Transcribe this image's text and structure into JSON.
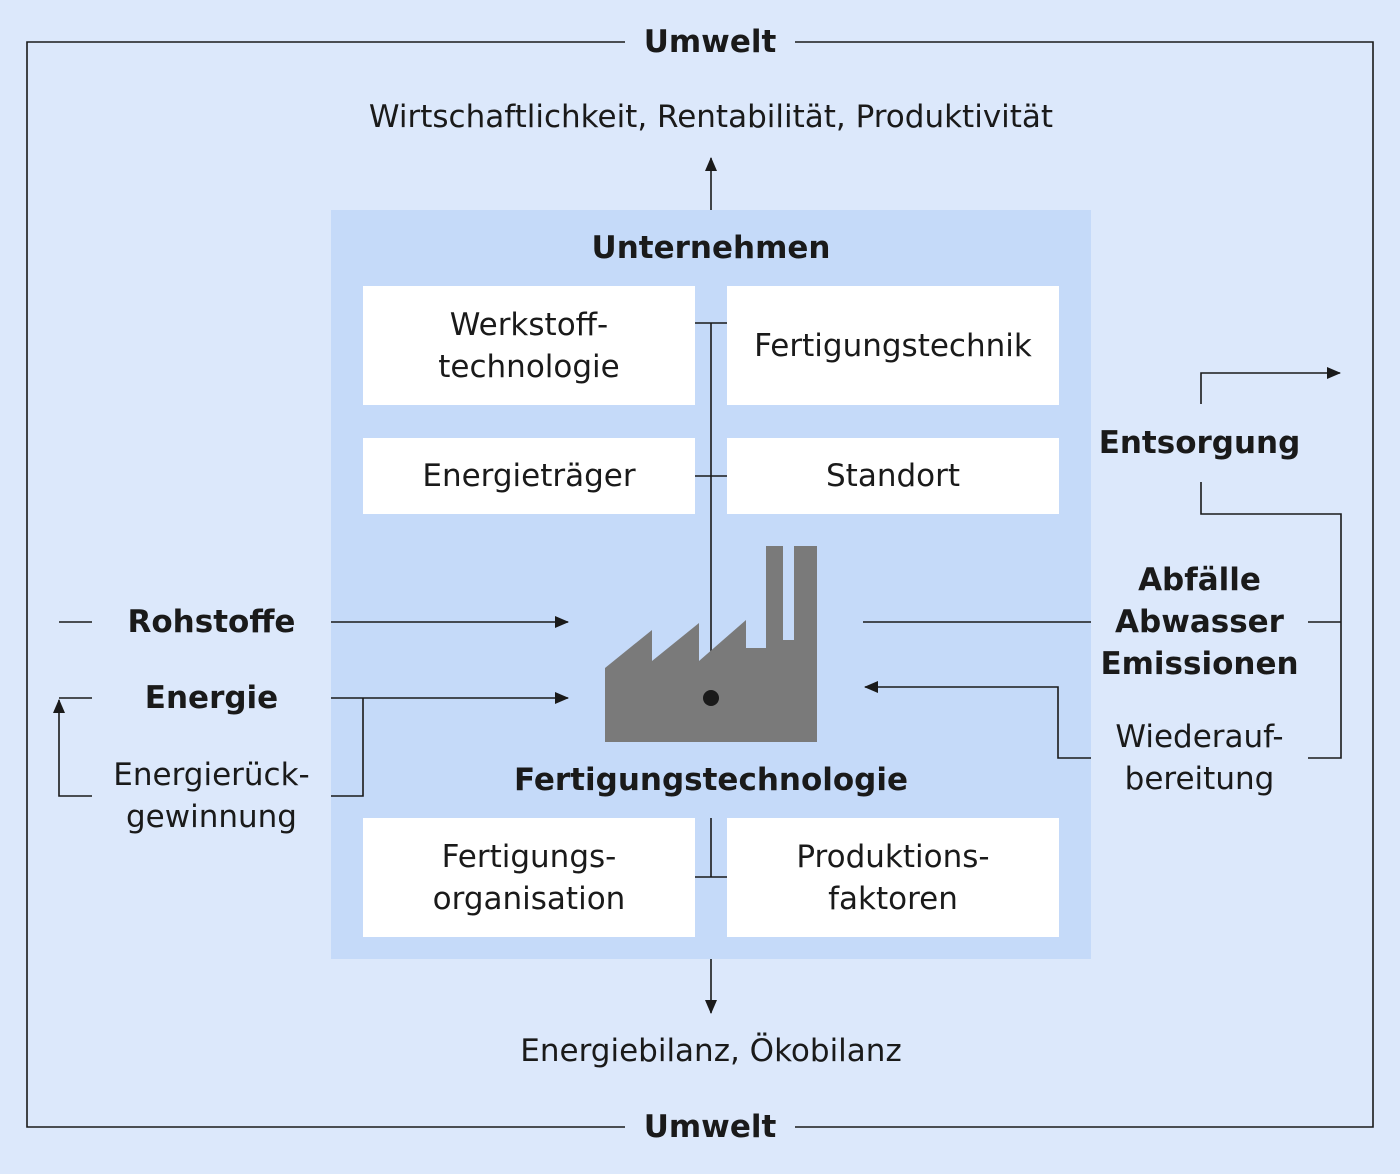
{
  "umwelt_top": "Umwelt",
  "umwelt_bottom": "Umwelt",
  "goal_top": "Wirtschaftlichkeit, Rentabilität, Produktivität",
  "goal_bottom": "Energiebilanz, Ökobilanz",
  "company_title": "Unternehmen",
  "production_title": "Fertigungstechnologie",
  "boxes": {
    "werkstoff": "Werkstoff-\ntechnologie",
    "fertigungstechnik": "Fertigungstechnik",
    "energietraeger": "Energieträger",
    "standort": "Standort",
    "organisation": "Fertigungs-\norganisation",
    "faktoren": "Produktions-\nfaktoren"
  },
  "inputs": {
    "rohstoffe": "Rohstoffe",
    "energie": "Energie",
    "rueckgewinnung": "Energierück-\ngewinnung"
  },
  "outputs": {
    "entsorgung": "Entsorgung",
    "abfaelle": "Abfälle\nAbwasser\nEmissionen",
    "wiederaufbereitung": "Wiederauf-\nbereitung"
  },
  "colors": {
    "background": "#dce8fb",
    "company_panel": "#c5daf9",
    "box": "#ffffff",
    "factory": "#7a7a7a",
    "line": "#1a1a1a"
  },
  "icons": [
    "factory-icon"
  ]
}
